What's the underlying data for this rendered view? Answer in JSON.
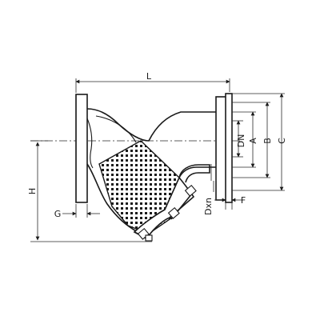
{
  "labels": {
    "L": "L",
    "DN": "DN",
    "A": "A",
    "B": "B",
    "C": "C",
    "H": "H",
    "G": "G",
    "F": "F",
    "Dxn": "Dxn"
  }
}
